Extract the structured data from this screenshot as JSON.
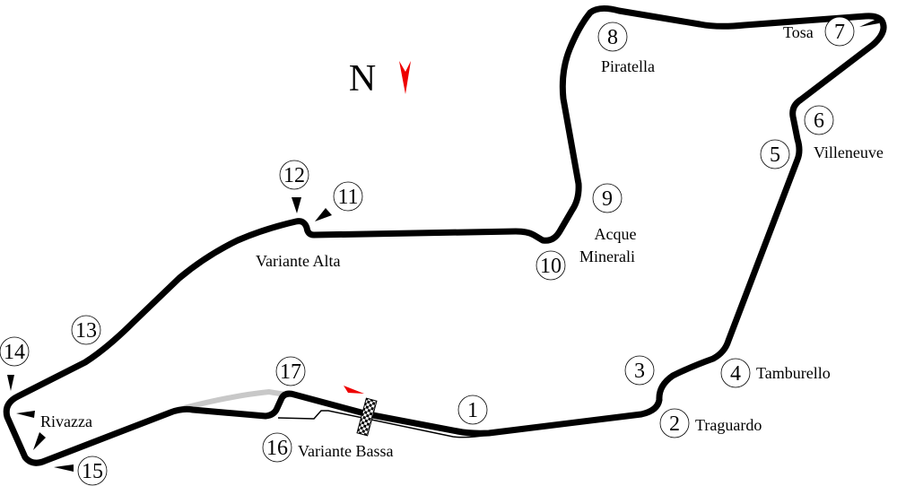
{
  "compass": {
    "letter": "N",
    "arrow_color": "#ee0000"
  },
  "track_color": "#000000",
  "old_chicane_color": "#c8c8c8",
  "corners": [
    {
      "n": "1",
      "name": ""
    },
    {
      "n": "2",
      "name": "Traguardo"
    },
    {
      "n": "3",
      "name": ""
    },
    {
      "n": "4",
      "name": "Tamburello"
    },
    {
      "n": "5",
      "name": ""
    },
    {
      "n": "6",
      "name": "Villeneuve"
    },
    {
      "n": "7",
      "name": "Tosa"
    },
    {
      "n": "8",
      "name": "Piratella"
    },
    {
      "n": "9",
      "name": ""
    },
    {
      "n": "10",
      "name": ""
    },
    {
      "n": "11",
      "name": ""
    },
    {
      "n": "12",
      "name": ""
    },
    {
      "n": "13",
      "name": ""
    },
    {
      "n": "14",
      "name": ""
    },
    {
      "n": "15",
      "name": ""
    },
    {
      "n": "16",
      "name": "Variante Bassa"
    },
    {
      "n": "17",
      "name": ""
    }
  ],
  "labels": {
    "acque": "Acque",
    "minerali": "Minerali",
    "variante_alta": "Variante Alta",
    "rivazza": "Rivazza"
  }
}
